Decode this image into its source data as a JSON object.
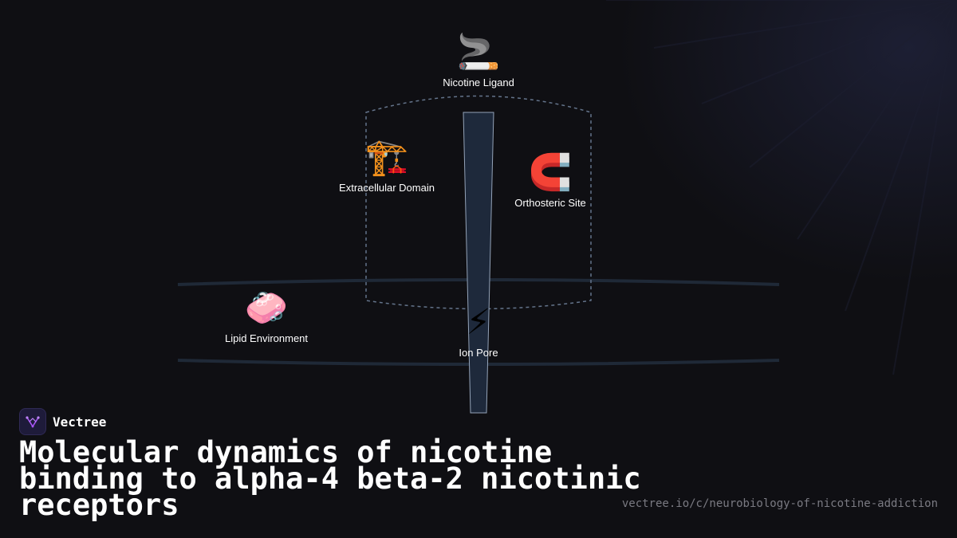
{
  "diagram": {
    "nodes": [
      {
        "id": "nicotine-ligand",
        "emoji": "🚬",
        "label": "Nicotine Ligand"
      },
      {
        "id": "extracellular-domain",
        "emoji": "🏗️",
        "label": "Extracellular Domain"
      },
      {
        "id": "orthosteric-site",
        "emoji": "🧲",
        "label": "Orthosteric Site"
      },
      {
        "id": "lipid-environment",
        "emoji": "🧼",
        "label": "Lipid Environment"
      },
      {
        "id": "ion-pore",
        "emoji": "⚡",
        "label": "Ion Pore"
      }
    ]
  },
  "brand": {
    "name": "Vectree",
    "icon": "vectree-logo-icon",
    "accent": "#a855f7"
  },
  "title": "Molecular dynamics of nicotine binding to alpha-4 beta-2 nicotinic receptors",
  "url": "vectree.io/c/neurobiology-of-nicotine-addiction",
  "colors": {
    "background": "#0f0f13",
    "membrane": "#1f2937",
    "pore_fill": "#1e293b",
    "pore_stroke": "#94a3b8",
    "dashed_outline": "#64748b",
    "text": "#ffffff",
    "url_text": "#7a7a82"
  }
}
